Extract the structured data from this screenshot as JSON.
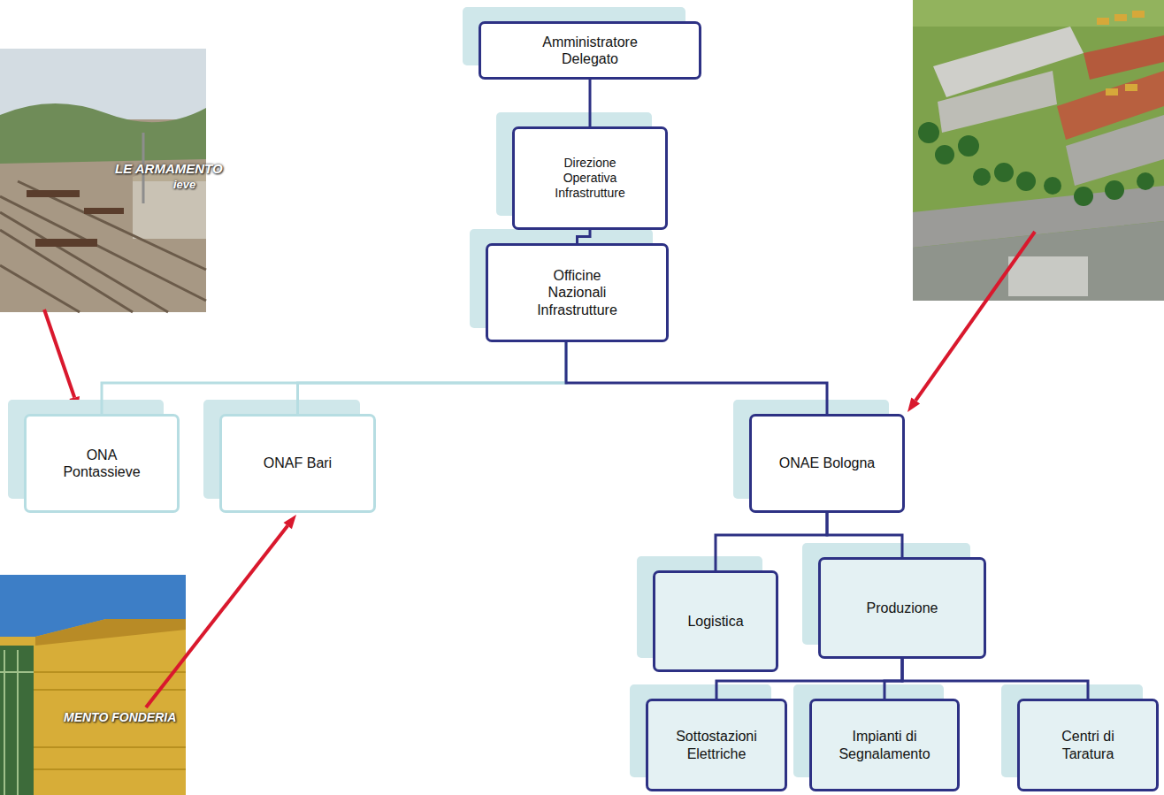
{
  "diagram": {
    "nodes": [
      {
        "text": [
          "Amministratore Delegato"
        ]
      },
      {
        "text": [
          "Direzione Operativa Infrastrutture"
        ]
      },
      {
        "text": [
          "Officine Nazionali Infrastrutture"
        ]
      },
      {
        "text": [
          "ONA Pontassieve"
        ]
      },
      {
        "text": [
          "ONAF Bari"
        ]
      },
      {
        "text": [
          "ONAE Bologna"
        ]
      },
      {
        "text": [
          "Logistica"
        ]
      },
      {
        "text": [
          "Produzione"
        ]
      },
      {
        "text": [
          "Sottostazioni Elettriche"
        ]
      },
      {
        "text": [
          "Impianti di Segnalamento"
        ]
      },
      {
        "text": [
          "Centri di Taratura"
        ]
      }
    ],
    "edges": [
      {
        "from": 0,
        "to": 1,
        "arrow": "none"
      },
      {
        "from": 1,
        "to": 2,
        "arrow": "none"
      },
      {
        "from": 2,
        "to": 3,
        "arrow": "none"
      },
      {
        "from": 2,
        "to": 4,
        "arrow": "none"
      },
      {
        "from": 2,
        "to": 5,
        "arrow": "none"
      },
      {
        "from": 5,
        "to": 6,
        "arrow": "none"
      },
      {
        "from": 5,
        "to": 7,
        "arrow": "none"
      },
      {
        "from": 7,
        "to": 8,
        "arrow": "none"
      },
      {
        "from": 7,
        "to": 9,
        "arrow": "none"
      },
      {
        "from": 7,
        "to": 10,
        "arrow": "none"
      }
    ],
    "labels": [
      "LE ARMAMENTO",
      "ieve",
      "MENTO FONDERIA"
    ]
  }
}
